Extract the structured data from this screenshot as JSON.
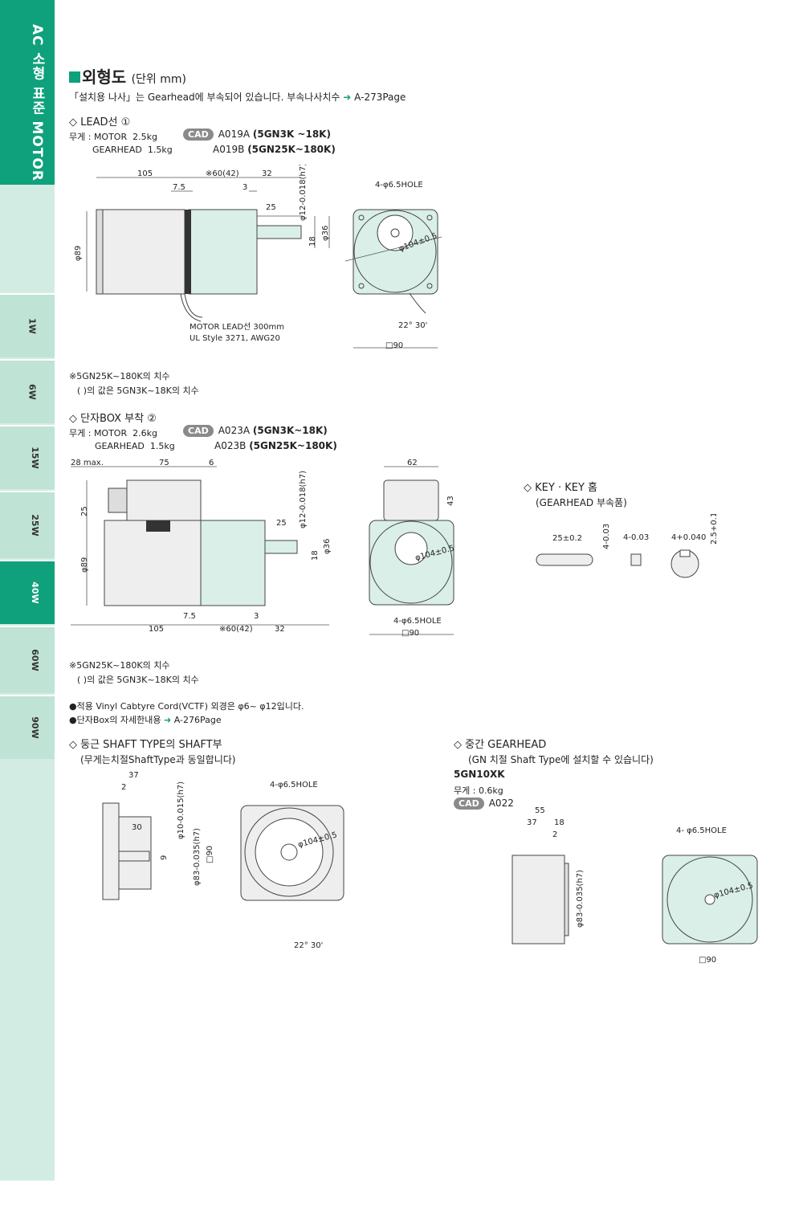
{
  "sidebar": {
    "title": "AC 소형 표준 MOTOR",
    "tabs": [
      "1W",
      "6W",
      "15W",
      "25W",
      "40W",
      "60W",
      "90W"
    ]
  },
  "header": {
    "title": "외형도",
    "unit": "(단위 mm)",
    "note": "「설치용 나사」는 Gearhead에 부속되어 있습니다. 부속나사치수",
    "note_ref": "A-273Page"
  },
  "sec1": {
    "title": "◇ LEAD선 ①",
    "weight_label": "무게 : MOTOR",
    "motor_weight": "2.5kg",
    "gearhead_label": "GEARHEAD",
    "gearhead_weight": "1.5kg",
    "cad_label": "CAD",
    "cad_a": "A019A",
    "cad_a_range": "(5GN3K ~18K)",
    "cad_b": "A019B",
    "cad_b_range": "(5GN25K~180K)",
    "dims": {
      "d105": "105",
      "d7_5": "7.5",
      "d60": "※60(42)",
      "d3": "3",
      "d32": "32",
      "d25": "25",
      "d18": "18",
      "d89": "φ89",
      "d36": "φ36",
      "d12": "φ12-0.018(h7)",
      "hole": "4-φ6.5HOLE",
      "d104": "φ104±0.5",
      "angle": "22° 30'",
      "sq90": "□90"
    },
    "lead_note1": "MOTOR LEAD선 300mm",
    "lead_note2": "UL Style 3271, AWG20",
    "foot1": "※5GN25K~180K의 치수",
    "foot2": "(   )의 값은 5GN3K~18K의 치수"
  },
  "sec2": {
    "title": "◇ 단자BOX 부착 ②",
    "weight_label": "무게 : MOTOR",
    "motor_weight": "2.6kg",
    "gearhead_label": "GEARHEAD",
    "gearhead_weight": "1.5kg",
    "cad_label": "CAD",
    "cad_a": "A023A",
    "cad_a_range": "(5GN3K~18K)",
    "cad_b": "A023B",
    "cad_b_range": "(5GN25K~180K)",
    "dims": {
      "d28": "28 max.",
      "d75": "75",
      "d6": "6",
      "d25a": "25",
      "d25b": "25",
      "d89": "φ89",
      "d18": "18",
      "d36": "φ36",
      "d12": "φ12-0.018(h7)",
      "d7_5": "7.5",
      "d3": "3",
      "d105": "105",
      "d60": "※60(42)",
      "d32": "32",
      "d62": "62",
      "d43": "43",
      "d104": "φ104±0.5",
      "hole": "4-φ6.5HOLE",
      "sq90": "□90"
    },
    "foot1": "※5GN25K~180K의 치수",
    "foot2": "(   )의 값은 5GN3K~18K의 치수",
    "bullet1": "●적용 Vinyl Cabtyre Cord(VCTF) 외경은 φ6~ φ12입니다.",
    "bullet2": "●단자Box의 자세한내용",
    "bullet2_ref": "A-276Page"
  },
  "key": {
    "title": "◇ KEY · KEY 홈",
    "subtitle": "(GEARHEAD 부속품)",
    "d25": "25±0.2",
    "d4a": "4-0.03",
    "d4b": "4-0.03",
    "d4c": "4+0.040",
    "d2_5": "2.5+0.1"
  },
  "sec3": {
    "title": "◇ 둥근 SHAFT TYPE의 SHAFT부",
    "subtitle": "(무게는치절ShaftType과 동일합니다)",
    "dims": {
      "d37": "37",
      "d2": "2",
      "d30": "30",
      "d9": "9",
      "d10": "φ10-0.015(h7)",
      "d83": "φ83-0.035(h7)",
      "sq90": "□90",
      "hole": "4-φ6.5HOLE",
      "d104": "φ104±0.5",
      "angle": "22° 30'"
    }
  },
  "sec4": {
    "title": "◇ 중간 GEARHEAD",
    "subtitle": "(GN 치절 Shaft Type에 설치할 수 있습니다)",
    "model": "5GN10XK",
    "weight": "무게 : 0.6kg",
    "cad_label": "CAD",
    "cad": "A022",
    "dims": {
      "d55": "55",
      "d37": "37",
      "d18": "18",
      "d2": "2",
      "d83": "φ83-0.035(h7)",
      "hole": "4- φ6.5HOLE",
      "d104": "φ104±0.5",
      "sq90": "□90"
    }
  },
  "colors": {
    "accent": "#0ea17c",
    "sidebar": "#d3ece3",
    "part": "#d9efe7",
    "motor": "#eeeeee"
  }
}
